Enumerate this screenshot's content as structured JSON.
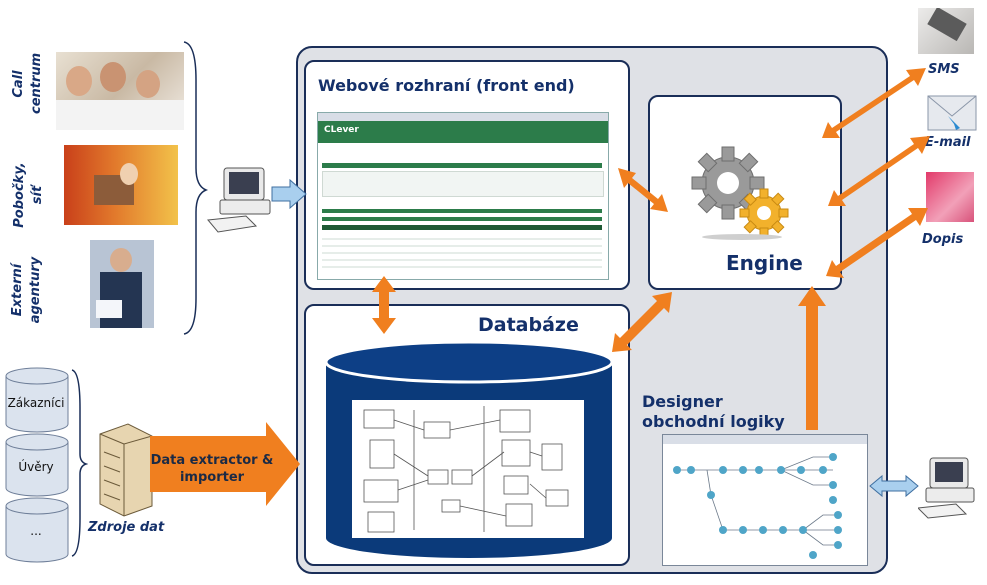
{
  "frontend": {
    "title": "Webové rozhraní (front end)",
    "app_name": "CLever"
  },
  "database": {
    "title": "Databáze"
  },
  "engine": {
    "title": "Engine"
  },
  "designer": {
    "title_line1": "Designer",
    "title_line2": "obchodní logiky"
  },
  "sources": {
    "channels": [
      {
        "label": "Call\ncentrum"
      },
      {
        "label": "Pobočky,\nsíť"
      },
      {
        "label": "Externí\nagentury"
      }
    ],
    "cylinders": [
      {
        "label": "Zákazníci"
      },
      {
        "label": "Úvěry"
      },
      {
        "label": "..."
      }
    ],
    "servers_label": "Zdroje dat",
    "extractor_line1": "Data extractor &",
    "extractor_line2": "importer"
  },
  "outputs": {
    "sms": "SMS",
    "email": "E-mail",
    "dopis": "Dopis"
  },
  "colors": {
    "navy": "#1a2e58",
    "title": "#14306a",
    "arrow": "#f07f1f",
    "panel": "#dfe1e6",
    "db_fill": "#0b3a7a"
  }
}
